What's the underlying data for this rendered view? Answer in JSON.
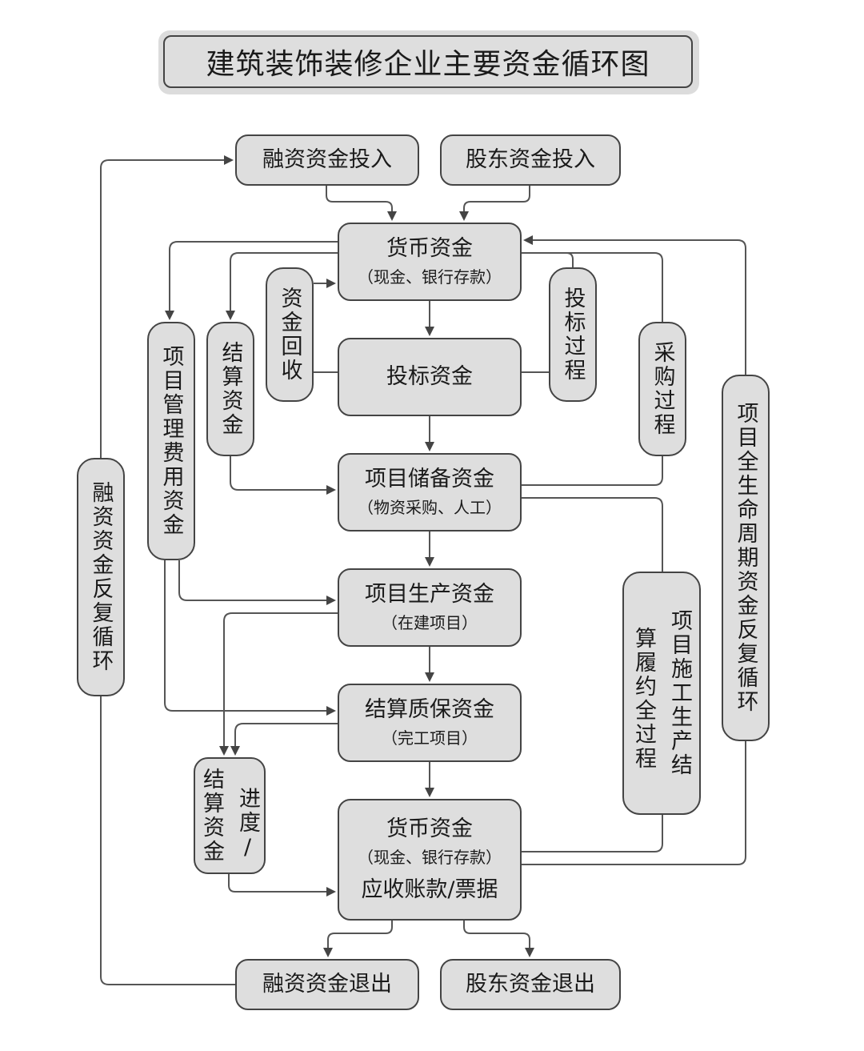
{
  "title": "建筑装饰装修企业主要资金循环图",
  "nodes": {
    "financing_in": "融资资金投入",
    "shareholder_in": "股东资金投入",
    "cash_top": {
      "main": "货币资金",
      "sub": "（现金、银行存款）"
    },
    "bid_funds": "投标资金",
    "reserve_funds": {
      "main": "项目储备资金",
      "sub": "（物资采购、人工）"
    },
    "production_funds": {
      "main": "项目生产资金",
      "sub": "（在建项目）"
    },
    "settlement_warranty": {
      "main": "结算质保资金",
      "sub": "（完工项目）"
    },
    "cash_bottom": {
      "main": "货币资金",
      "sub": "（现金、银行存款）",
      "extra": "应收账款/票据"
    },
    "financing_out": "融资资金退出",
    "shareholder_out": "股东资金退出"
  },
  "side_labels": {
    "fund_recovery": "资金回收",
    "bidding_process": "投标过程",
    "procurement_process": "采购过程",
    "settlement_funds": "结算资金",
    "mgmt_fee_funds": "项目管理费用资金",
    "financing_cycle": "融资资金反复循环",
    "lifecycle_cycle": "项目全生命周期资金反复循环",
    "construction_process": {
      "col1": "项目施工生产结",
      "col2": "算履约全过程"
    },
    "progress_settlement": {
      "col1": "进度/",
      "col2": "结算资金"
    }
  },
  "colors": {
    "box_fill": "#dedede",
    "stroke": "#444444",
    "text": "#1a1a1a"
  }
}
